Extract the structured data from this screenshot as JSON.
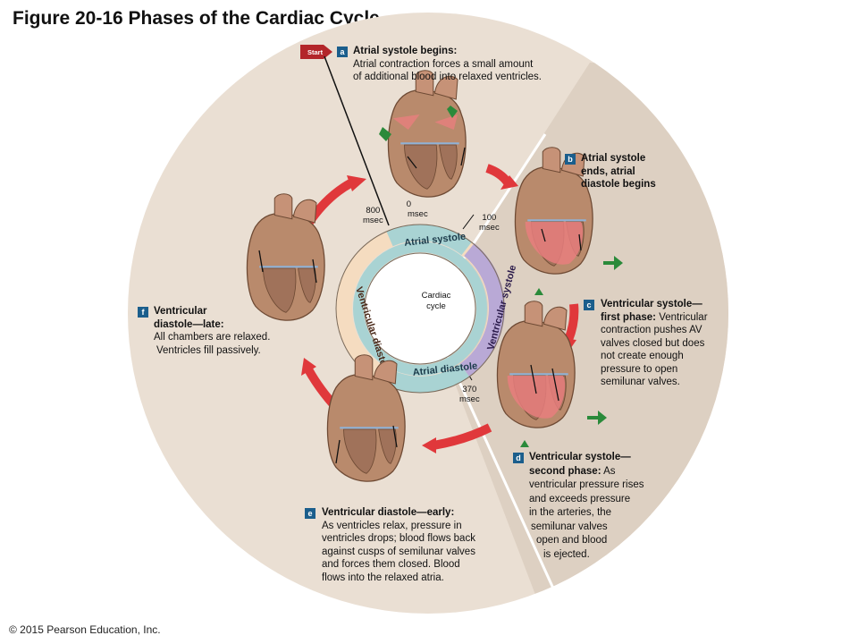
{
  "figure": {
    "title": "Figure 20-16 Phases of the Cardiac Cycle.",
    "copyright": "© 2015 Pearson Education, Inc.",
    "start_label": "Start",
    "center_label_line1": "Cardiac",
    "center_label_line2": "cycle"
  },
  "ring": {
    "atrial_systole": "Atrial systole",
    "ventricular_systole": "Ventricular systole",
    "atrial_diastole": "Atrial diastole",
    "ventricular_diastole": "Ventricular diastole"
  },
  "times": {
    "t0_value": "0",
    "t0_unit": "msec",
    "t100_value": "100",
    "t100_unit": "msec",
    "t370_value": "370",
    "t370_unit": "msec",
    "t800_value": "800",
    "t800_unit": "msec"
  },
  "steps": {
    "a": {
      "badge": "a",
      "head": "Atrial systole begins:",
      "line1": "Atrial contraction forces a small amount",
      "line2": "of additional blood into relaxed ventricles."
    },
    "b": {
      "badge": "b",
      "line1": "Atrial systole",
      "line2": "ends, atrial",
      "line3": "diastole begins"
    },
    "c": {
      "badge": "c",
      "head1": "Ventricular systole—",
      "head2": "first phase:",
      "tail2": " Ventricular",
      "line3": "contraction pushes AV",
      "line4": "valves closed but does",
      "line5": "not create enough",
      "line6": "pressure to open",
      "line7": "semilunar valves."
    },
    "d": {
      "badge": "d",
      "head1": "Ventricular systole—",
      "head2": "second phase:",
      "tail2": " As",
      "line3": "ventricular pressure rises",
      "line4": "and exceeds pressure",
      "line5": "in the arteries, the",
      "line6": "semilunar valves",
      "line7": "open and blood",
      "line8": "is ejected."
    },
    "e": {
      "badge": "e",
      "head": "Ventricular diastole—early:",
      "line1": "As ventricles relax, pressure in",
      "line2": "ventricles drops; blood flows back",
      "line3": "against cusps of semilunar valves",
      "line4": "and forces them closed. Blood",
      "line5": "flows into the relaxed atria."
    },
    "f": {
      "badge": "f",
      "head1": "Ventricular",
      "head2": "diastole—late:",
      "line1": "All chambers are relaxed.",
      "line2": "Ventricles fill passively."
    }
  },
  "colors": {
    "outer_disc": "#eadfd3",
    "sector_shade": "#ddd0c2",
    "arrow_red": "#e0383b",
    "ring_tan": "#f5dcc0",
    "ring_purple": "#b9a9d6",
    "ring_teal": "#a9d3d3",
    "badge_blue": "#1b5e8c",
    "heart_brown": "#b98a6c",
    "heart_pink": "#e87e7e",
    "arrow_green": "#2a8a3a"
  }
}
